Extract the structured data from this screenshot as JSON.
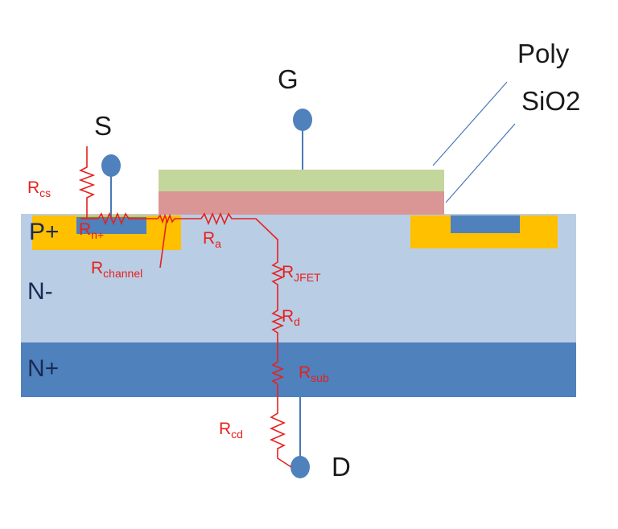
{
  "terminals": {
    "source": "S",
    "gate": "G",
    "drain": "D"
  },
  "layers": {
    "poly": "Poly",
    "oxide": "SiO2"
  },
  "regions": {
    "p_plus": "P+",
    "n_minus": "N-",
    "n_plus": "N+"
  },
  "resistors": {
    "cs": {
      "base": "R",
      "sub": "cs"
    },
    "n_plus": {
      "base": "R",
      "sub": "n+"
    },
    "channel": {
      "base": "R",
      "sub": "channel"
    },
    "a": {
      "base": "R",
      "sub": "a"
    },
    "jfet": {
      "base": "R",
      "sub": "JFET"
    },
    "d": {
      "base": "R",
      "sub": "d"
    },
    "sub": {
      "base": "R",
      "sub": "sub"
    },
    "cd": {
      "base": "R",
      "sub": "cd"
    }
  },
  "colors": {
    "n_minus_fill": "#b9cde5",
    "n_plus_fill": "#4f81bd",
    "p_plus_fill": "#ffc000",
    "n_plus_contact_fill": "#4f81bd",
    "poly_fill": "#c3d69b",
    "oxide_fill": "#d99694",
    "terminal_fill": "#4f81bd",
    "resistor_stroke": "#e8201c",
    "label_red": "#e8201c"
  }
}
